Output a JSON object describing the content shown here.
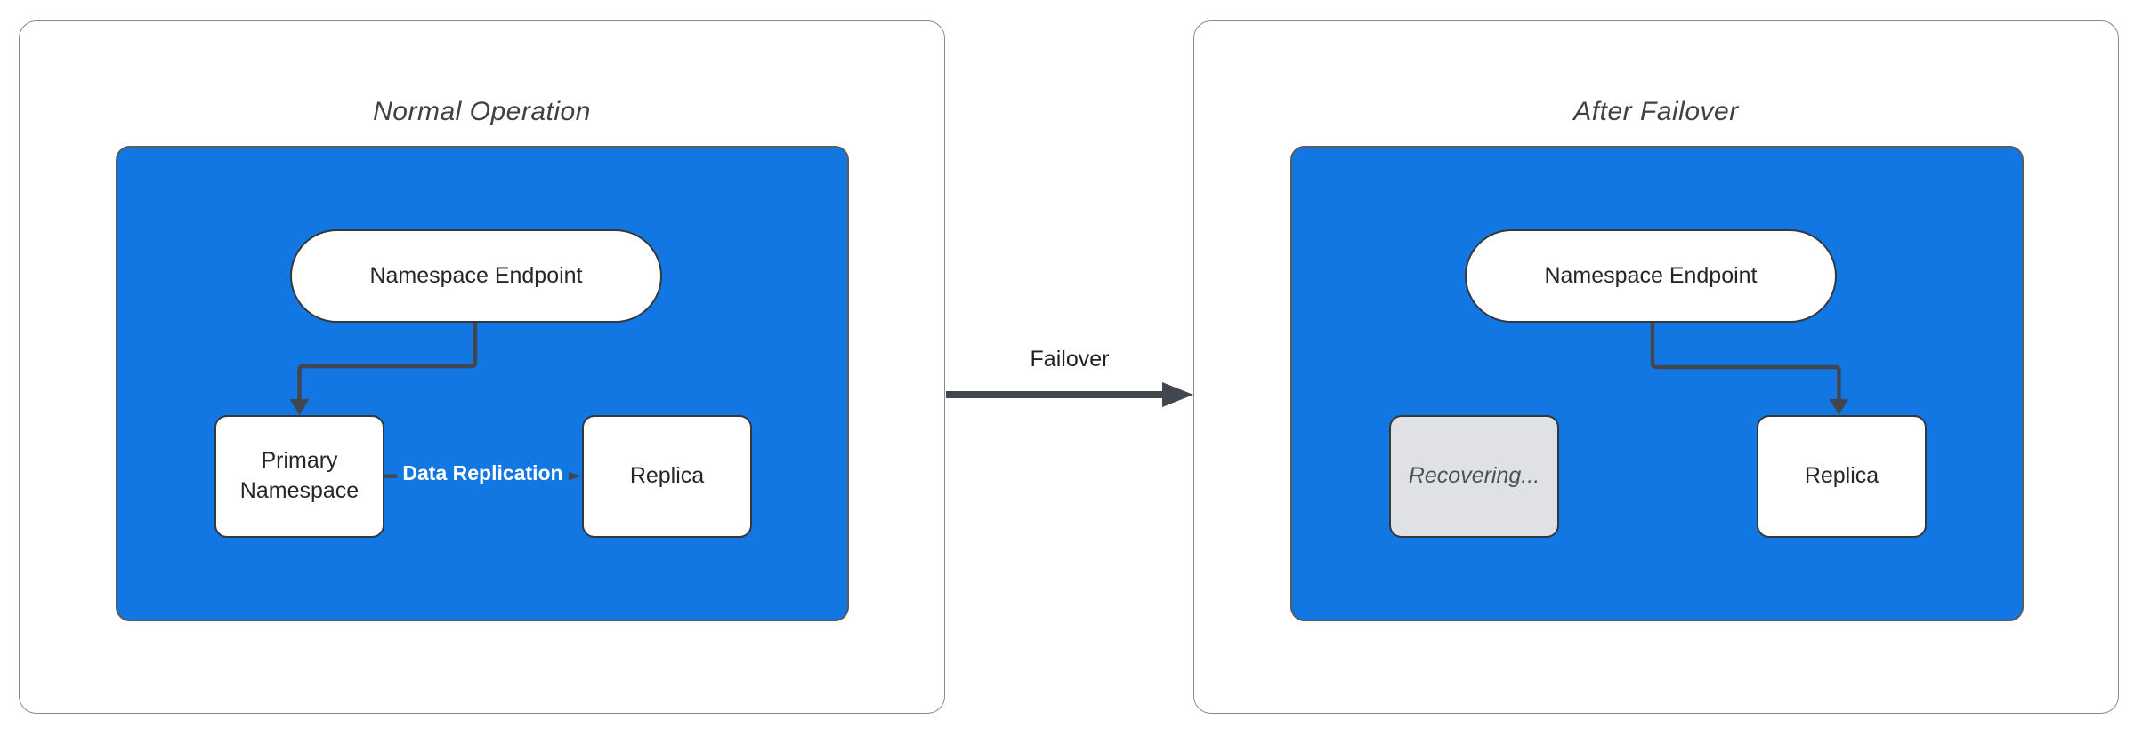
{
  "diagram": {
    "left_panel": {
      "title": "Normal Operation",
      "endpoint_label": "Namespace Endpoint",
      "primary_label": "Primary Namespace",
      "replica_label": "Replica",
      "replication_edge_label": "Data Replication"
    },
    "failover_edge_label": "Failover",
    "right_panel": {
      "title": "After Failover",
      "endpoint_label": "Namespace Endpoint",
      "recovering_label": "Recovering...",
      "replica_label": "Replica"
    },
    "colors": {
      "container_blue": "#1277e3",
      "node_border": "#33383d",
      "arrow": "#40474f",
      "panel_border": "#8a8a8a",
      "recovering_fill": "#e0e1e4",
      "title_text": "#3e4247",
      "node_text": "#23272b",
      "replication_label_text": "#ffffff"
    }
  }
}
